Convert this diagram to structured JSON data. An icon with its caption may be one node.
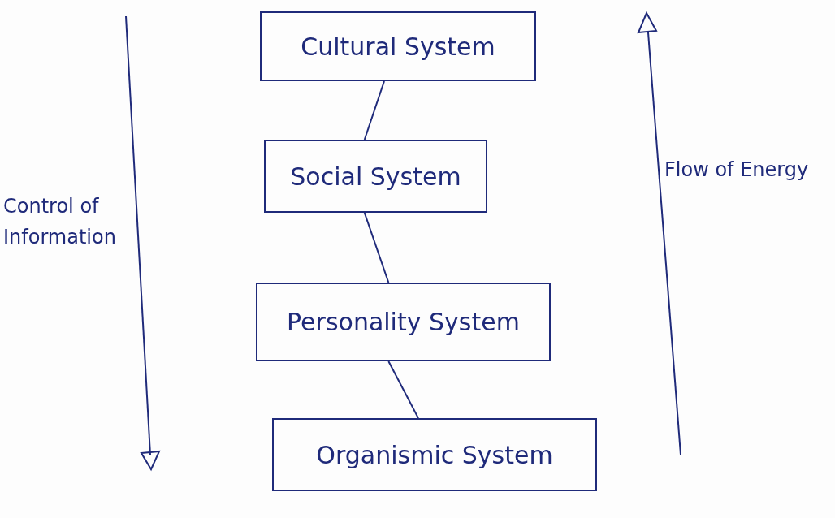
{
  "diagram": {
    "nodes": [
      {
        "text": [
          "Cultural System"
        ]
      },
      {
        "text": [
          "Social System"
        ]
      },
      {
        "text": [
          "Personality System"
        ]
      },
      {
        "text": [
          "Organismic System"
        ]
      }
    ],
    "edges": [
      {
        "from": 0,
        "to": 1,
        "arrow": "none"
      },
      {
        "from": 1,
        "to": 2,
        "arrow": "none"
      },
      {
        "from": 2,
        "to": 3,
        "arrow": "none"
      }
    ],
    "labels": [
      "Control of Information",
      "Flow of Energy"
    ]
  }
}
